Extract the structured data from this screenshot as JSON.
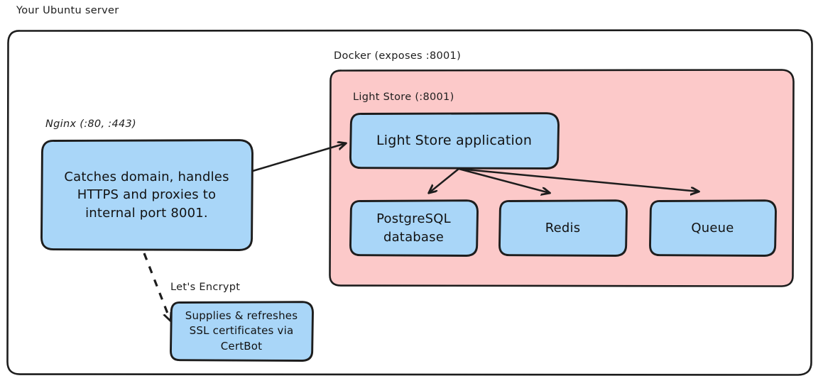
{
  "diagram": {
    "title": "Your Ubuntu server",
    "outer_label": "Your Ubuntu server",
    "colors": {
      "stroke": "#1d1d1d",
      "blue_fill": "#a9d6f8",
      "pink_fill": "#fcc9c9",
      "page_background": "#ffffff",
      "text": "#121212"
    },
    "groups": [
      {
        "name": "ubuntu-server",
        "label": "Your Ubuntu server",
        "fill": "none"
      },
      {
        "name": "docker",
        "label": "Docker (exposes :8001)",
        "fill": "none"
      },
      {
        "name": "light-store",
        "label": "Light Store (:8001)",
        "fill": "#fcc9c9"
      },
      {
        "name": "lets-encrypt",
        "label": "Let's Encrypt",
        "fill": "none"
      },
      {
        "name": "nginx",
        "label": "Nginx (:80, :443)",
        "fill": "none"
      }
    ],
    "nodes": [
      {
        "name": "nginx-node",
        "text": "Catches domain, handles HTTPS and proxies to internal port 8001.",
        "lines": [
          "Catches domain, handles",
          "HTTPS and proxies to",
          "internal port 8001."
        ],
        "fill": "#a9d6f8"
      },
      {
        "name": "light-store-application",
        "text": "Light Store application",
        "lines": [
          "Light Store application"
        ],
        "fill": "#a9d6f8"
      },
      {
        "name": "postgresql-database",
        "text": "PostgreSQL database",
        "lines": [
          "PostgreSQL",
          "database"
        ],
        "fill": "#a9d6f8"
      },
      {
        "name": "redis",
        "text": "Redis",
        "lines": [
          "Redis"
        ],
        "fill": "#a9d6f8"
      },
      {
        "name": "queue",
        "text": "Queue",
        "lines": [
          "Queue"
        ],
        "fill": "#a9d6f8"
      },
      {
        "name": "certbot",
        "text": "Supplies & refreshes SSL certificates via CertBot",
        "lines": [
          "Supplies & refreshes",
          "SSL certificates via",
          "CertBot"
        ],
        "fill": "#a9d6f8"
      }
    ],
    "edges": [
      {
        "name": "nginx-to-light-store-application",
        "style": "solid",
        "arrow": "end"
      },
      {
        "name": "light-store-application-to-postgresql",
        "style": "solid",
        "arrow": "end"
      },
      {
        "name": "light-store-application-to-redis",
        "style": "solid",
        "arrow": "end"
      },
      {
        "name": "light-store-application-to-queue",
        "style": "solid",
        "arrow": "end"
      },
      {
        "name": "nginx-to-certbot",
        "style": "dashed",
        "arrow": "end"
      }
    ],
    "labels": {
      "ubuntu_server": "Your Ubuntu server",
      "docker": "Docker (exposes :8001)",
      "light_store": "Light Store (:8001)",
      "nginx": "Nginx (:80, :443)",
      "lets_encrypt": "Let's Encrypt"
    },
    "node_text": {
      "nginx_l1": "Catches domain, handles",
      "nginx_l2": "HTTPS and proxies to",
      "nginx_l3": "internal port 8001.",
      "app": "Light Store application",
      "postgres_l1": "PostgreSQL",
      "postgres_l2": "database",
      "redis": "Redis",
      "queue": "Queue",
      "cert_l1": "Supplies & refreshes",
      "cert_l2": "SSL certificates via",
      "cert_l3": "CertBot"
    }
  }
}
